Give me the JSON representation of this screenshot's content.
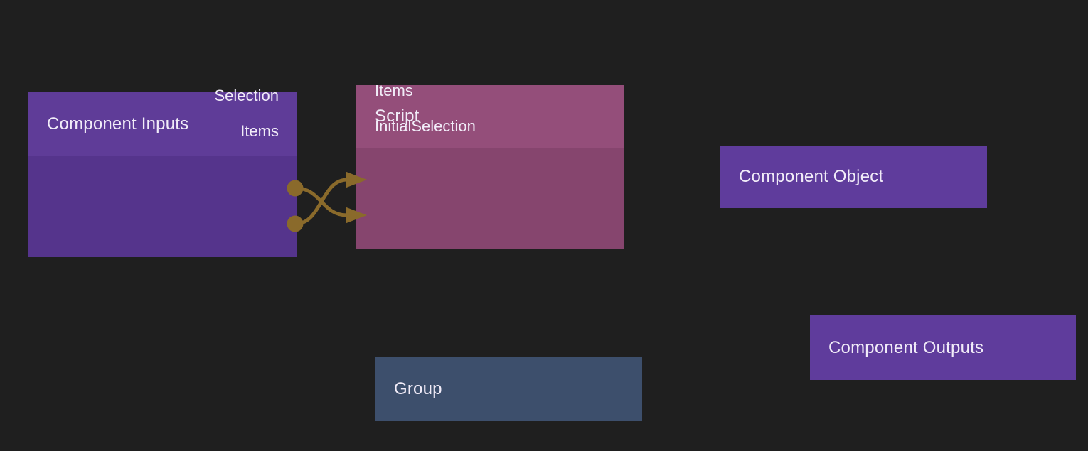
{
  "canvas": {
    "type": "node-graph-editor",
    "background": "#1f1f1f"
  },
  "colors": {
    "bg": "#1f1f1f",
    "purple_header": "#5f3c98",
    "purple_body": "#55348c",
    "purple_solid": "#5f3c9c",
    "script_header": "#944e7a",
    "script_body": "#86456e",
    "group_fill": "#3d4f6c",
    "wire": "#8a6a2b",
    "text": "#f1ecf8"
  },
  "nodes": {
    "component_inputs": {
      "title": "Component Inputs",
      "ports": [
        {
          "label": "Selection",
          "direction": "output"
        },
        {
          "label": "Items",
          "direction": "output"
        }
      ]
    },
    "script": {
      "title": "Script",
      "ports": [
        {
          "label": "Items",
          "direction": "input"
        },
        {
          "label": "InitialSelection",
          "direction": "input"
        }
      ]
    },
    "component_object": {
      "title": "Component Object"
    },
    "component_outputs": {
      "title": "Component Outputs"
    },
    "group": {
      "title": "Group"
    }
  },
  "connections": [
    {
      "from": "Component Inputs.Selection",
      "to": "Script.InitialSelection"
    },
    {
      "from": "Component Inputs.Items",
      "to": "Script.Items"
    }
  ]
}
